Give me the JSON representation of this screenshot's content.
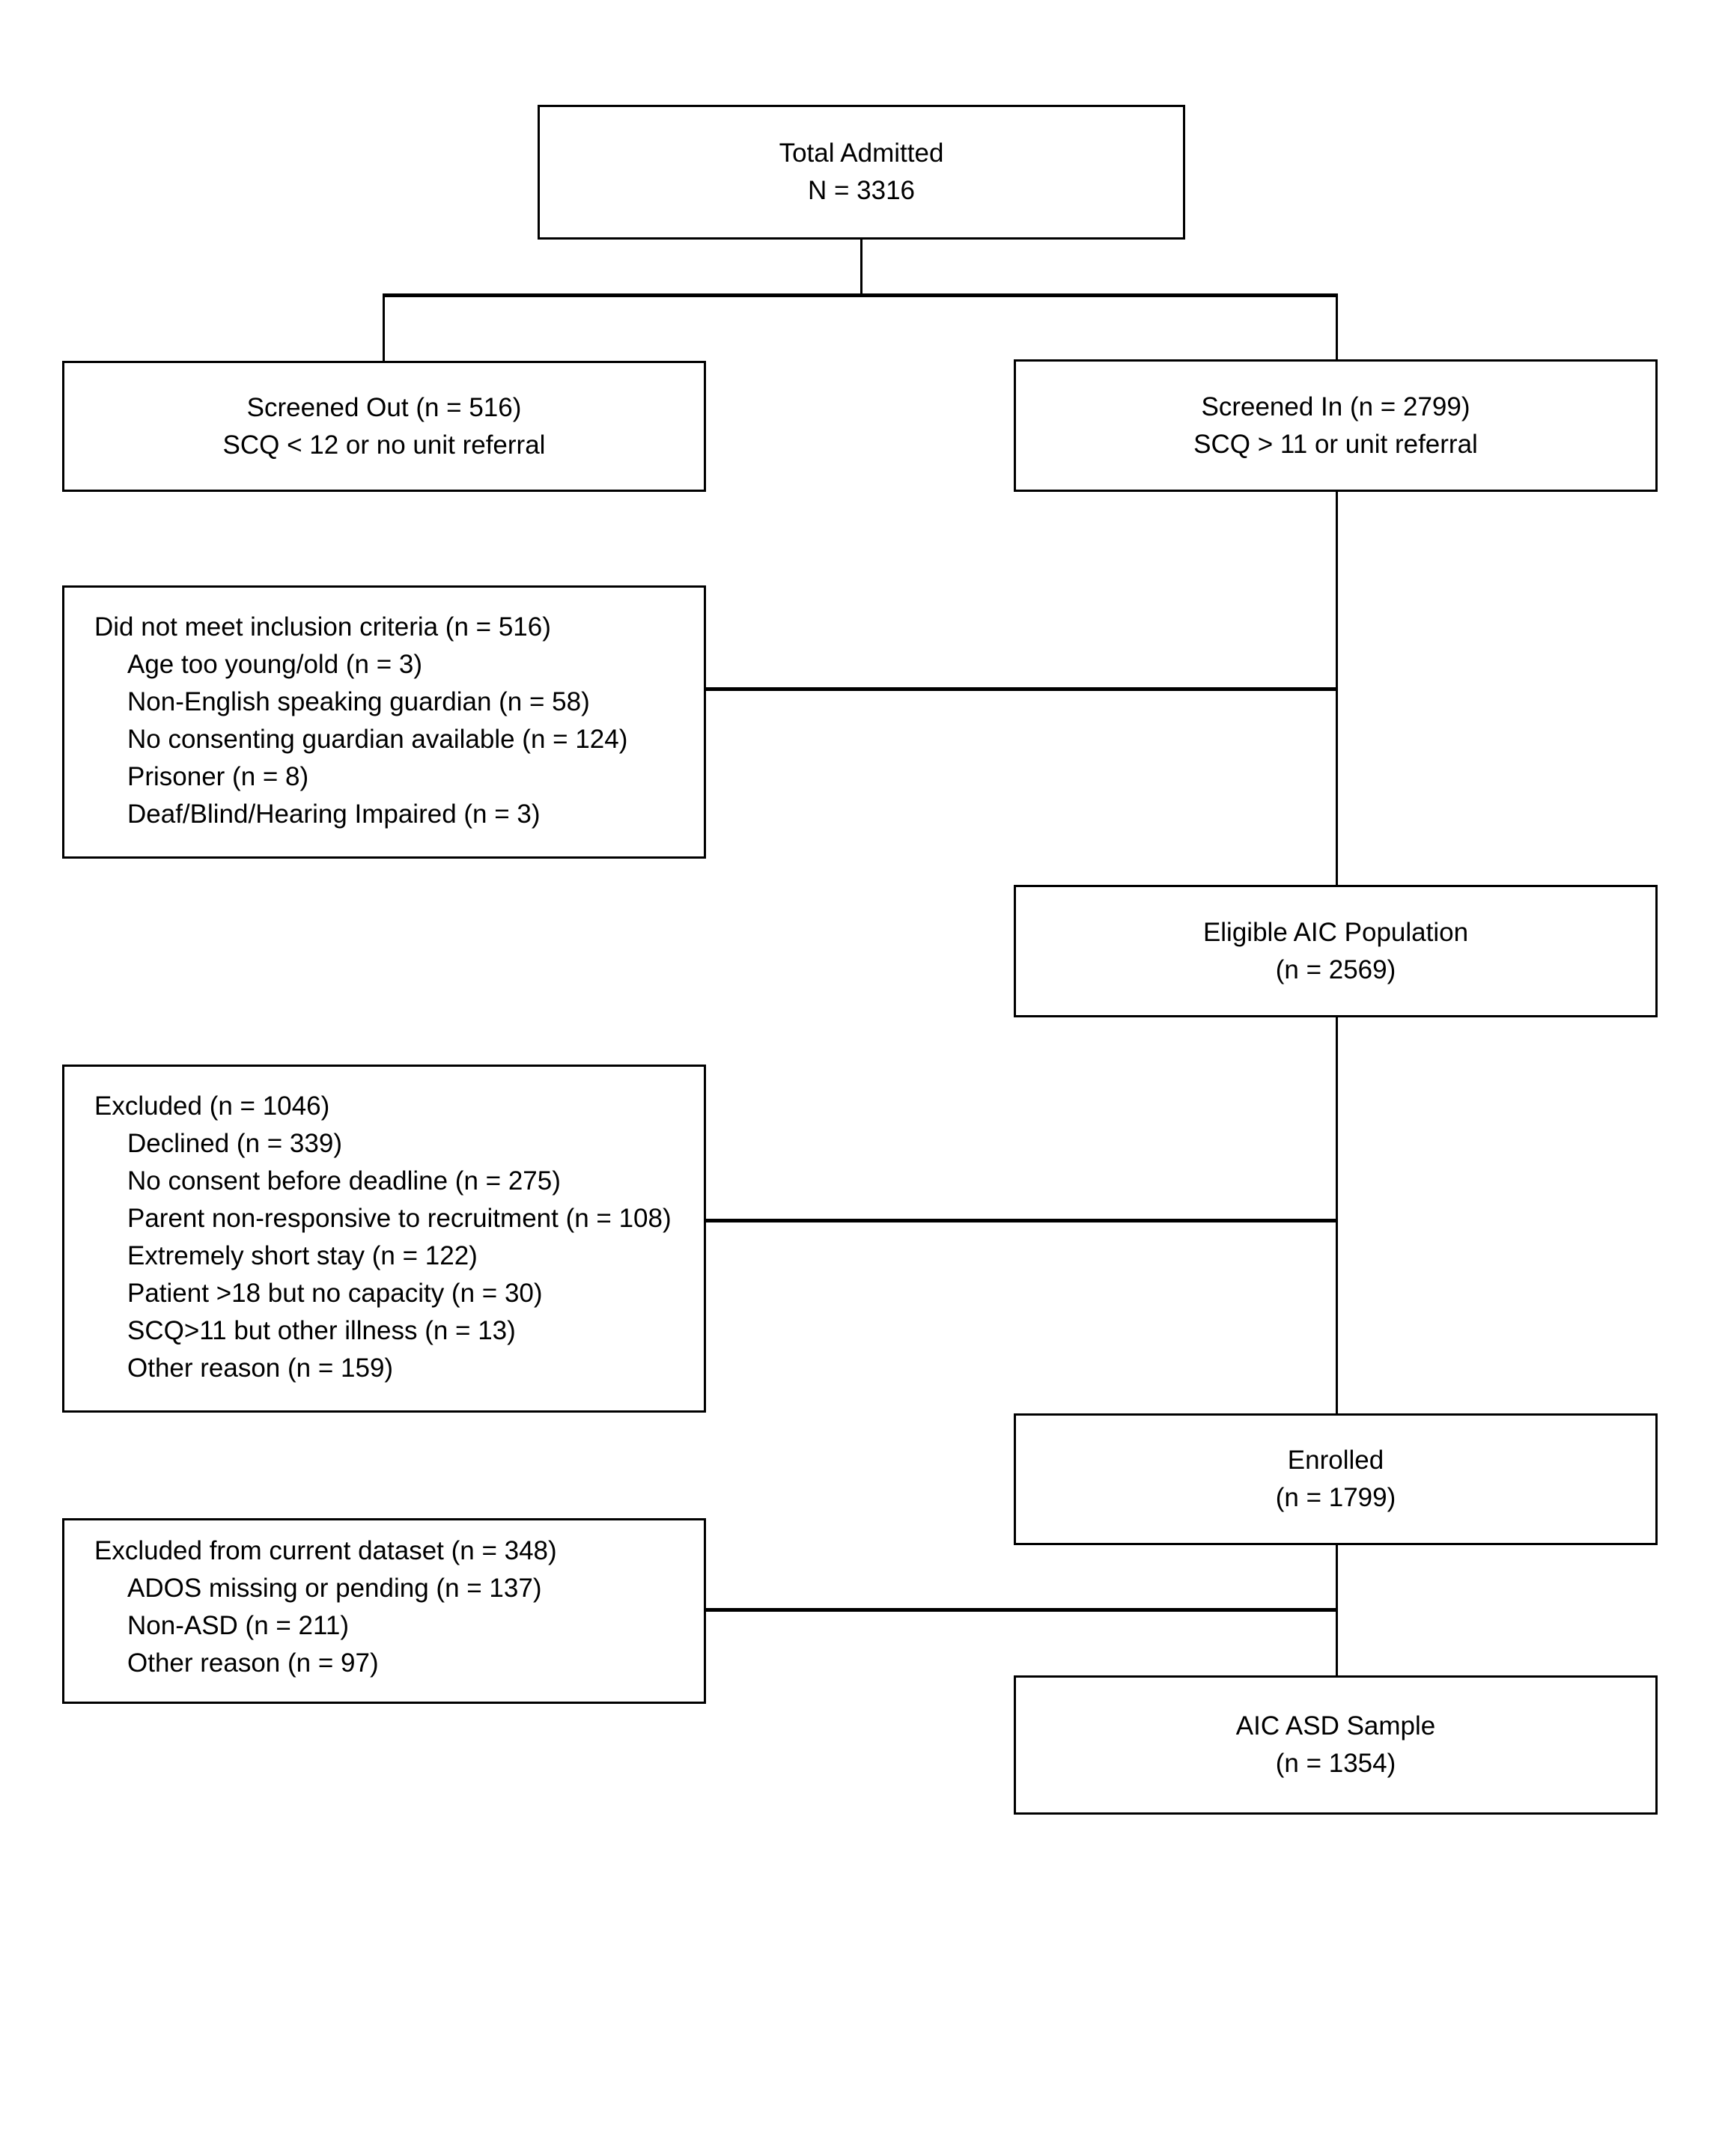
{
  "figure": {
    "background_color": "#ffffff",
    "line_color": "#000000",
    "boxes": {
      "total_admitted": {
        "lines": [
          "Total Admitted",
          "N = 3316"
        ]
      },
      "screened_out": {
        "lines": [
          "Screened Out (n = 516)",
          "SCQ < 12 or no unit referral"
        ]
      },
      "screened_in": {
        "lines": [
          "Screened In (n = 2799)",
          "SCQ > 11 or unit referral"
        ]
      },
      "did_not_meet_inclusion": {
        "title": "Did not meet inclusion criteria (n = 516)",
        "items": [
          "Age too young/old (n = 3)",
          "Non-English speaking guardian (n = 58)",
          "No consenting guardian available (n = 124)",
          "Prisoner (n = 8)",
          "Deaf/Blind/Hearing Impaired (n = 3)"
        ]
      },
      "eligible_population": {
        "lines": [
          "Eligible AIC Population",
          "(n = 2569)"
        ]
      },
      "excluded": {
        "title": "Excluded (n = 1046)",
        "items": [
          "Declined (n = 339)",
          "No consent before deadline (n = 275)",
          "Parent non-responsive to recruitment (n = 108)",
          "Extremely short stay (n = 122)",
          "Patient >18 but no capacity (n = 30)",
          "SCQ>11 but other illness (n = 13)",
          "Other reason (n = 159)"
        ]
      },
      "enrolled": {
        "lines": [
          "Enrolled",
          "(n = 1799)"
        ]
      },
      "excluded_current_dataset": {
        "title": "Excluded from current dataset (n = 348)",
        "items": [
          "ADOS missing or pending (n = 137)",
          "Non-ASD (n = 211)",
          "Other reason (n = 97)"
        ]
      },
      "aic_asd_sample": {
        "lines": [
          "AIC ASD Sample",
          "(n = 1354)"
        ]
      }
    }
  }
}
